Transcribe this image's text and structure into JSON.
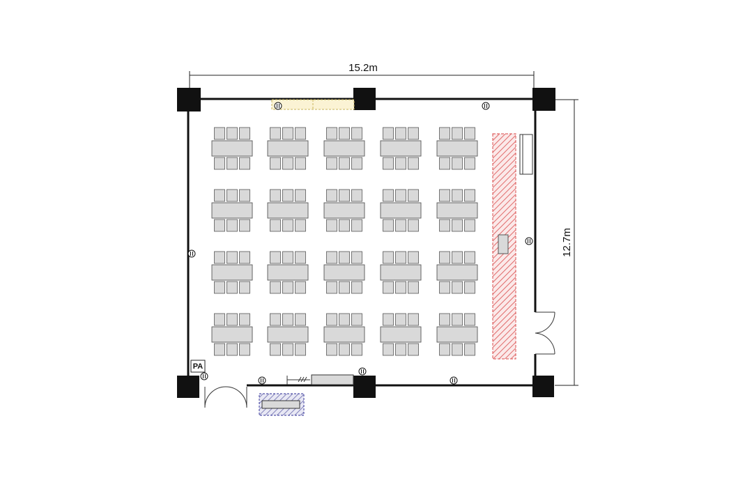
{
  "dimensions": {
    "width_label": "15.2m",
    "height_label": "12.7m"
  },
  "pa_label": "PA",
  "layout": {
    "table_rows": 4,
    "table_cols": 5,
    "seats_per_side": 3
  },
  "colors": {
    "stage_hatch": "#e06a6a",
    "stage_fill": "#fbe9e9",
    "window_fill": "#fbf3d4",
    "storage_hatch": "#6666aa",
    "storage_fill": "#e8e8f4",
    "table_fill": "#d9d9d9"
  }
}
